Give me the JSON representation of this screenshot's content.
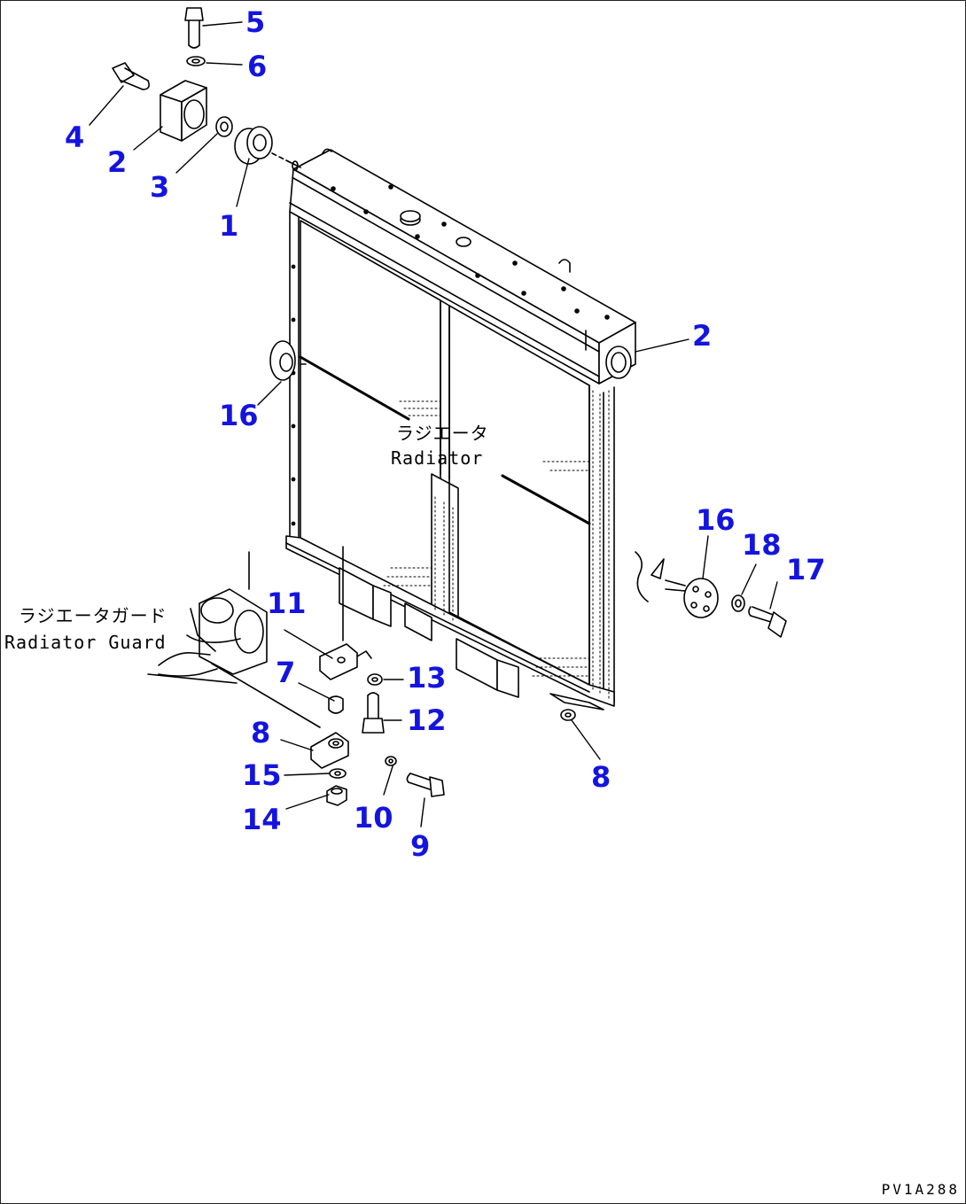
{
  "labels": {
    "radiator_jp": "ラジエータ",
    "radiator_en": "Radiator",
    "guard_jp": "ラジエータガード",
    "guard_en": "Radiator Guard"
  },
  "drawing_code": "PV1A288",
  "colors": {
    "callout": "#1414e0",
    "line": "#000000",
    "background": "#ffffff"
  },
  "callouts": {
    "c5": "5",
    "c6": "6",
    "c4": "4",
    "c2a": "2",
    "c3": "3",
    "c1": "1",
    "c2b": "2",
    "c16a": "16",
    "c16b": "16",
    "c18": "18",
    "c17": "17",
    "c11": "11",
    "c7": "7",
    "c13": "13",
    "c12": "12",
    "c8a": "8",
    "c15": "15",
    "c14": "14",
    "c10": "10",
    "c9": "9",
    "c8b": "8"
  }
}
